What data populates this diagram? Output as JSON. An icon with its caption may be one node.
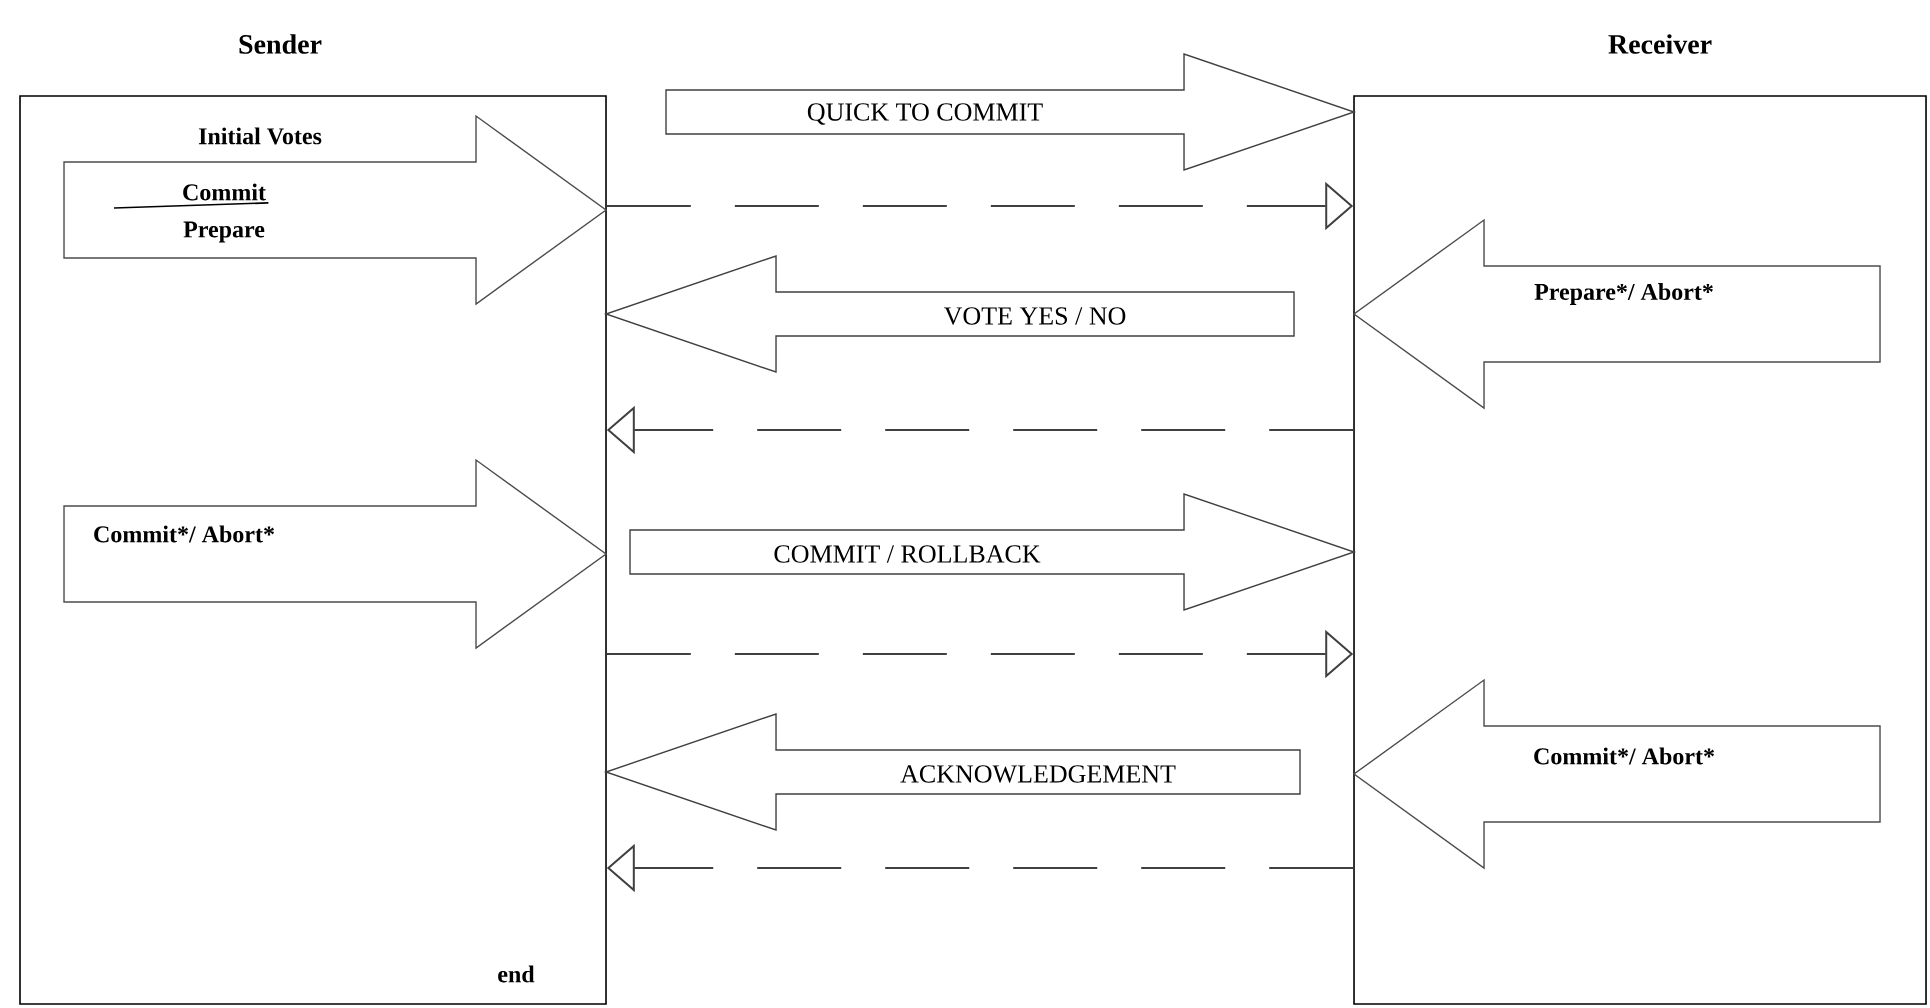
{
  "diagram": {
    "nodes": [
      {
        "text": [
          "Sender"
        ]
      },
      {
        "text": [
          "Receiver"
        ]
      },
      {
        "text": [
          "Initial Votes",
          "Commit",
          "Prepare"
        ],
        "in": 0
      },
      {
        "text": [
          "Prepare*/ Abort*"
        ],
        "in": 1
      },
      {
        "text": [
          "Commit*/ Abort*"
        ],
        "in": 0
      },
      {
        "text": [
          "Commit*/ Abort*"
        ],
        "in": 1
      }
    ],
    "edges": [
      {
        "from": 0,
        "to": 1,
        "arrow": "to",
        "label": "QUICK  TO  COMMIT"
      },
      {
        "from": 0,
        "to": 1,
        "arrow": "to",
        "style": "dashed"
      },
      {
        "from": 1,
        "to": 0,
        "arrow": "to",
        "label": "VOTE  YES / NO"
      },
      {
        "from": 1,
        "to": 0,
        "arrow": "to",
        "style": "dashed"
      },
      {
        "from": 0,
        "to": 1,
        "arrow": "to",
        "label": "COMMIT / ROLLBACK"
      },
      {
        "from": 0,
        "to": 1,
        "arrow": "to",
        "style": "dashed"
      },
      {
        "from": 1,
        "to": 0,
        "arrow": "to",
        "label": "ACKNOWLEDGEMENT"
      },
      {
        "from": 1,
        "to": 0,
        "arrow": "to",
        "style": "dashed"
      }
    ],
    "labels": [
      "end"
    ]
  }
}
